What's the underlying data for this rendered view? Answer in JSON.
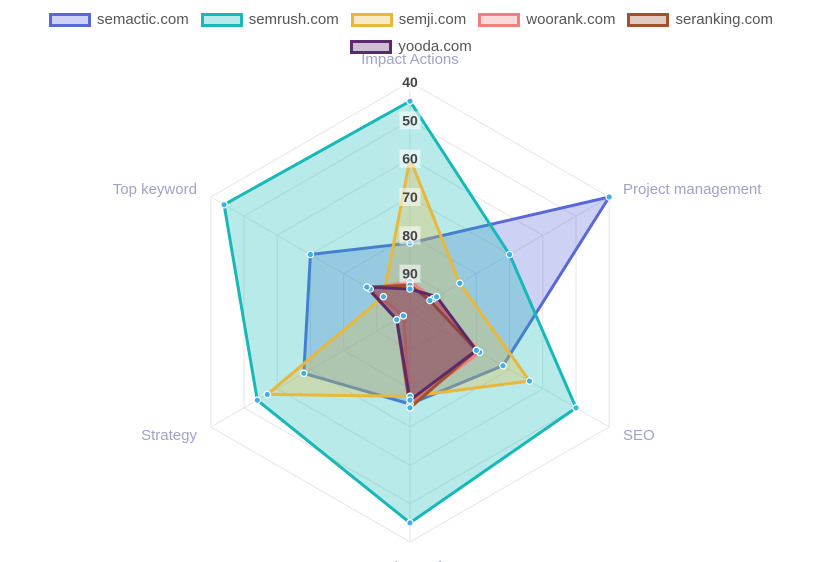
{
  "chart_data": {
    "type": "radar",
    "title": "",
    "axes": [
      "Impact Actions",
      "Project management",
      "SEO",
      "SEO Tools - Softwares",
      "Strategy",
      "Top keyword"
    ],
    "ticks": [
      40,
      50,
      60,
      70,
      80,
      90
    ],
    "scale": {
      "min": 40,
      "max": 100,
      "reverse": true
    },
    "grid": true,
    "legend_position": "top",
    "series": [
      {
        "name": "semactic.com",
        "color": "#5a67d8",
        "values": [
          82,
          40,
          72,
          76,
          68,
          70
        ]
      },
      {
        "name": "semrush.com",
        "color": "#17b8b8",
        "values": [
          45,
          70,
          50,
          45,
          54,
          44
        ]
      },
      {
        "name": "semji.com",
        "color": "#e7b83a",
        "values": [
          60,
          85,
          64,
          78,
          57,
          92
        ]
      },
      {
        "name": "woorank.com",
        "color": "#f08080",
        "values": [
          92,
          93,
          79,
          76,
          98,
          88
        ]
      },
      {
        "name": "seranking.com",
        "color": "#a0522d",
        "values": [
          93,
          94,
          80,
          75,
          96,
          87
        ]
      },
      {
        "name": "yooda.com",
        "color": "#5b2a6b",
        "values": [
          94,
          92,
          80,
          77,
          96,
          87
        ]
      }
    ]
  }
}
